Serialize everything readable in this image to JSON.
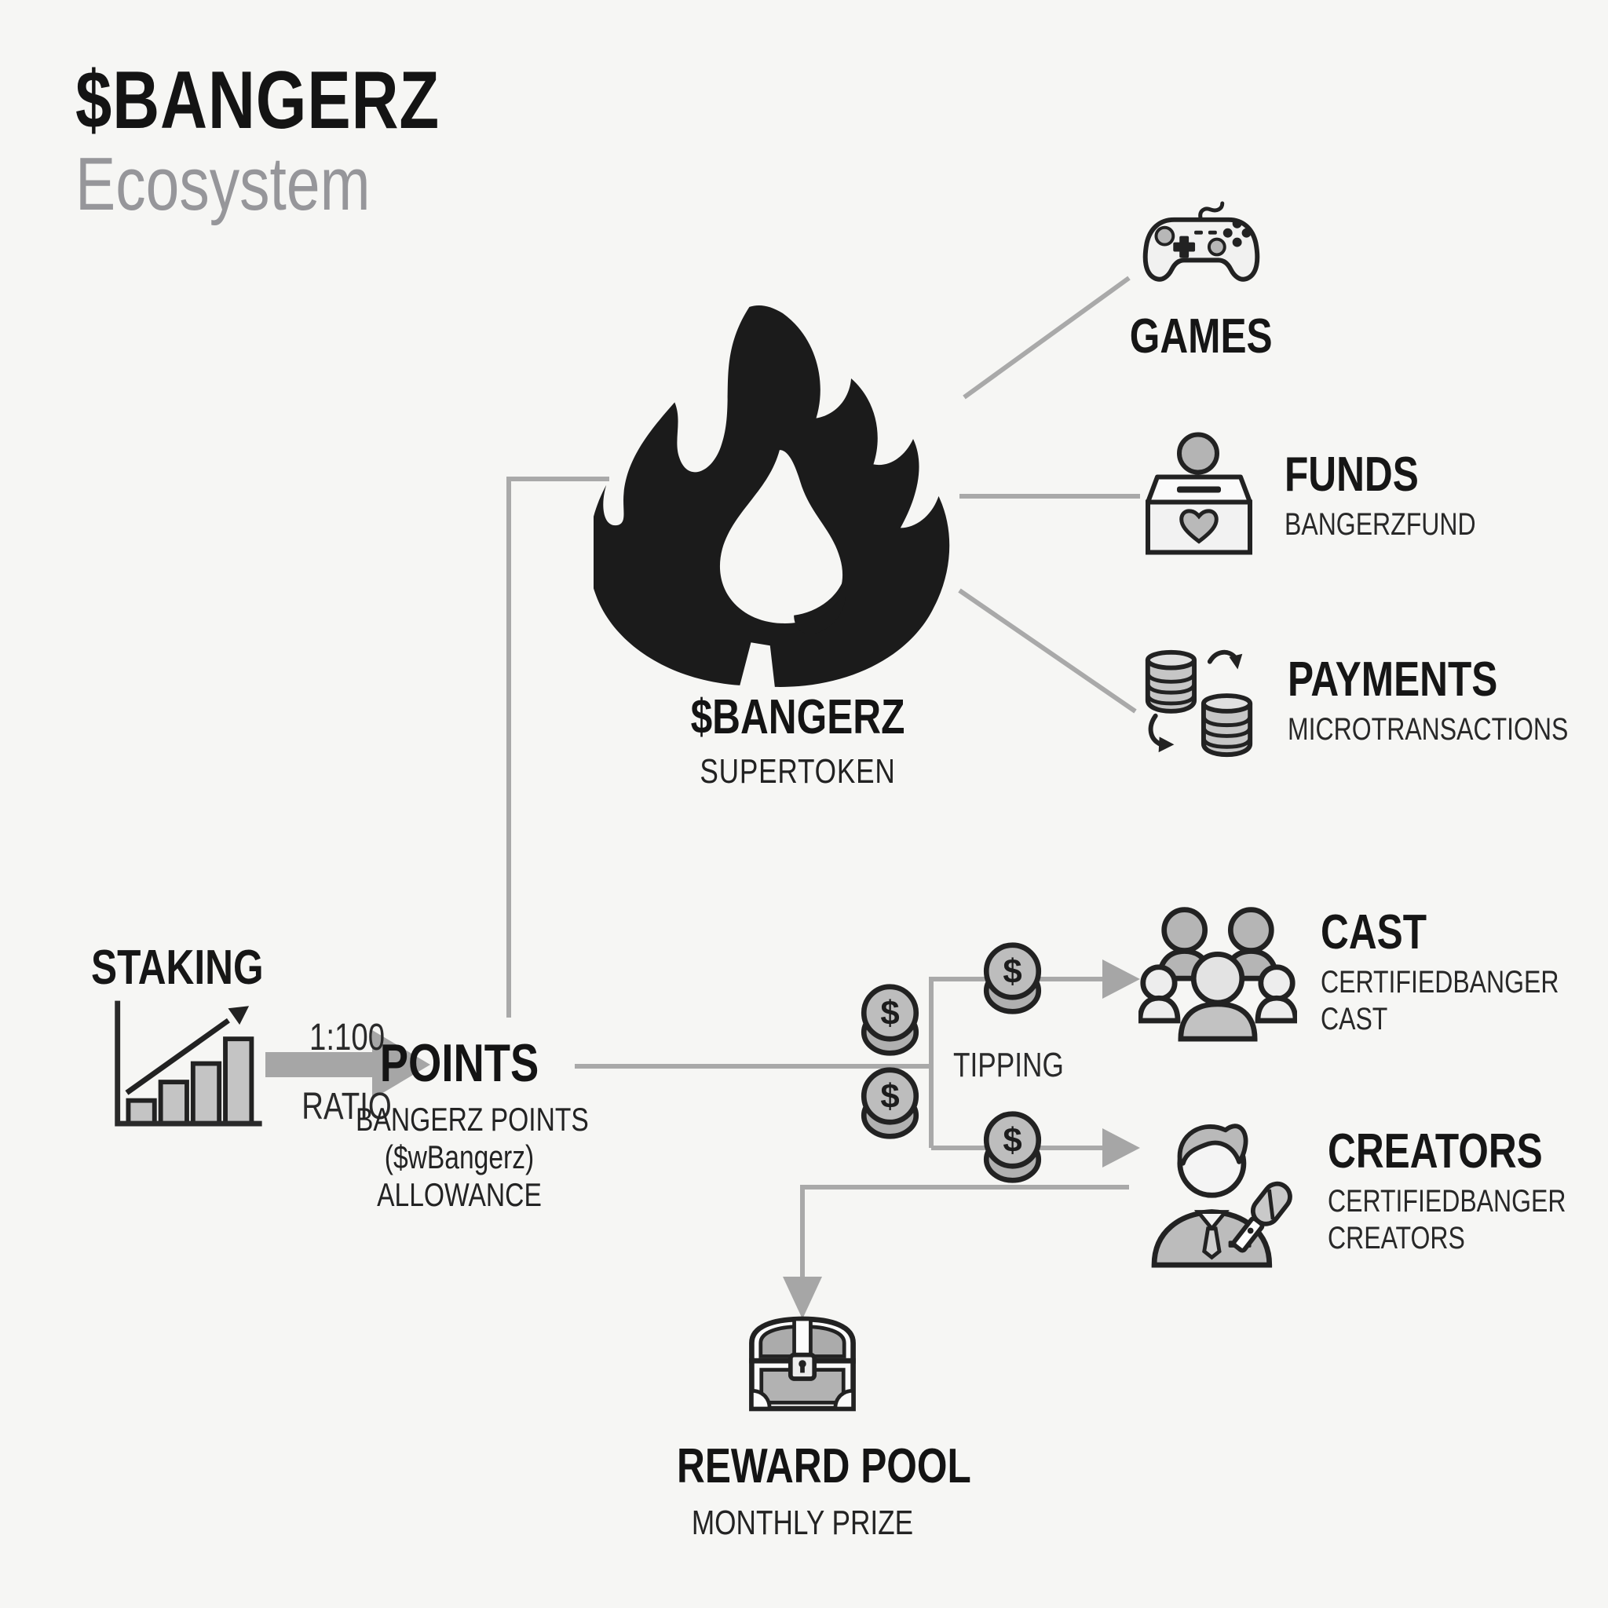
{
  "header": {
    "title": "$BANGERZ",
    "subtitle": "Ecosystem"
  },
  "supertoken": {
    "title": "$BANGERZ",
    "subtitle": "SUPERTOKEN"
  },
  "games": {
    "label": "GAMES"
  },
  "funds": {
    "label": "FUNDS",
    "sublabel": "BANGERZFUND"
  },
  "payments": {
    "label": "PAYMENTS",
    "sublabel": "MICROTRANSACTIONS"
  },
  "staking": {
    "label": "STAKING"
  },
  "ratio": {
    "value": "1:100",
    "label": "RATIO"
  },
  "points": {
    "label": "POINTS",
    "sublines": [
      "BANGERZ POINTS",
      "($wBangerz)",
      "ALLOWANCE"
    ]
  },
  "tipping": {
    "label": "TIPPING",
    "coin_symbol": "$"
  },
  "cast": {
    "label": "CAST",
    "sublines": [
      "CERTIFIEDBANGER",
      "CAST"
    ]
  },
  "creators": {
    "label": "CREATORS",
    "sublines": [
      "CERTIFIEDBANGER",
      "CREATORS"
    ]
  },
  "reward_pool": {
    "label": "REWARD POOL",
    "sublabel": "MONTHLY PRIZE"
  },
  "icons": {
    "center": "flame-icon",
    "games": "game-controller-icon",
    "funds": "donation-box-icon",
    "payments": "coin-stacks-exchange-icon",
    "staking": "bar-chart-growth-icon",
    "tipping": "coin-icon",
    "cast": "audience-group-icon",
    "creators": "presenter-microphone-icon",
    "reward_pool": "treasure-chest-icon"
  },
  "colors": {
    "background": "#f6f6f4",
    "ink": "#161616",
    "subtitle_gray": "#96969a",
    "connector_gray": "#a9a9a9",
    "arrow_gray": "#a6a6a6",
    "icon_gray": "#bdbdbd",
    "icon_light": "#efefee",
    "flame_black": "#1b1b1b"
  }
}
